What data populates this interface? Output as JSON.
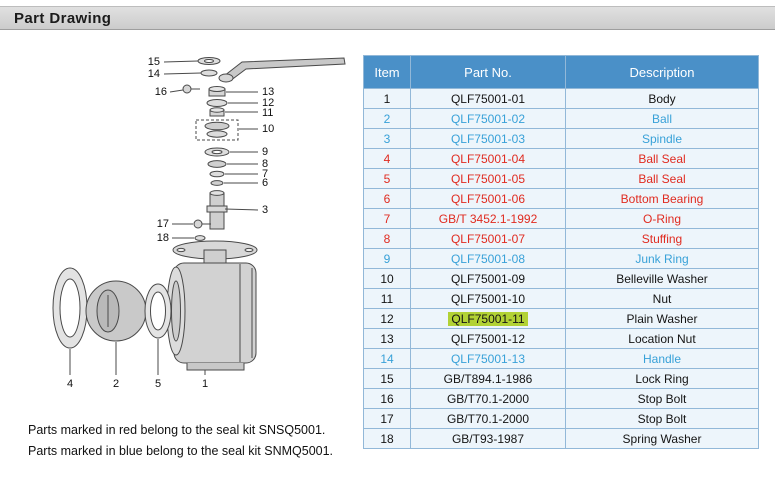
{
  "title_bar": {
    "title": "Part Drawing"
  },
  "diagram": {
    "labels": [
      "15",
      "14",
      "16",
      "13",
      "12",
      "11",
      "10",
      "9",
      "8",
      "7",
      "6",
      "3",
      "17",
      "18",
      "4",
      "2",
      "5",
      "1"
    ]
  },
  "notes": {
    "line1": "Parts marked in red  belong to the seal kit SNSQ5001.",
    "line2": "Parts marked in blue  belong to the seal kit SNMQ5001."
  },
  "table": {
    "headers": [
      "Item",
      "Part No.",
      "Description"
    ],
    "rows": [
      {
        "item": "1",
        "part_no": "QLF75001-01",
        "description": "Body",
        "color": "black",
        "highlight": false
      },
      {
        "item": "2",
        "part_no": "QLF75001-02",
        "description": "Ball",
        "color": "blue",
        "highlight": false
      },
      {
        "item": "3",
        "part_no": "QLF75001-03",
        "description": "Spindle",
        "color": "blue",
        "highlight": false
      },
      {
        "item": "4",
        "part_no": "QLF75001-04",
        "description": "Ball Seal",
        "color": "red",
        "highlight": false
      },
      {
        "item": "5",
        "part_no": "QLF75001-05",
        "description": "Ball Seal",
        "color": "red",
        "highlight": false
      },
      {
        "item": "6",
        "part_no": "QLF75001-06",
        "description": "Bottom Bearing",
        "color": "red",
        "highlight": false
      },
      {
        "item": "7",
        "part_no": "GB/T 3452.1-1992",
        "description": "O-Ring",
        "color": "red",
        "highlight": false
      },
      {
        "item": "8",
        "part_no": "QLF75001-07",
        "description": "Stuffing",
        "color": "red",
        "highlight": false
      },
      {
        "item": "9",
        "part_no": "QLF75001-08",
        "description": "Junk Ring",
        "color": "blue",
        "highlight": false
      },
      {
        "item": "10",
        "part_no": "QLF75001-09",
        "description": "Belleville Washer",
        "color": "black",
        "highlight": false
      },
      {
        "item": "11",
        "part_no": "QLF75001-10",
        "description": "Nut",
        "color": "black",
        "highlight": false
      },
      {
        "item": "12",
        "part_no": "QLF75001-11",
        "description": "Plain Washer",
        "color": "black",
        "highlight": true
      },
      {
        "item": "13",
        "part_no": "QLF75001-12",
        "description": "Location Nut",
        "color": "black",
        "highlight": false
      },
      {
        "item": "14",
        "part_no": "QLF75001-13",
        "description": "Handle",
        "color": "blue",
        "highlight": false
      },
      {
        "item": "15",
        "part_no": "GB/T894.1-1986",
        "description": "Lock Ring",
        "color": "black",
        "highlight": false
      },
      {
        "item": "16",
        "part_no": "GB/T70.1-2000",
        "description": "Stop Bolt",
        "color": "black",
        "highlight": false
      },
      {
        "item": "17",
        "part_no": "GB/T70.1-2000",
        "description": "Stop Bolt",
        "color": "black",
        "highlight": false
      },
      {
        "item": "18",
        "part_no": "GB/T93-1987",
        "description": "Spring Washer",
        "color": "black",
        "highlight": false
      }
    ]
  },
  "colors": {
    "red": "#e02b20",
    "blue": "#38a1d8",
    "header_bg": "#4a90c8",
    "row_bg": "#edf5fb",
    "highlight": "#b2d235"
  }
}
